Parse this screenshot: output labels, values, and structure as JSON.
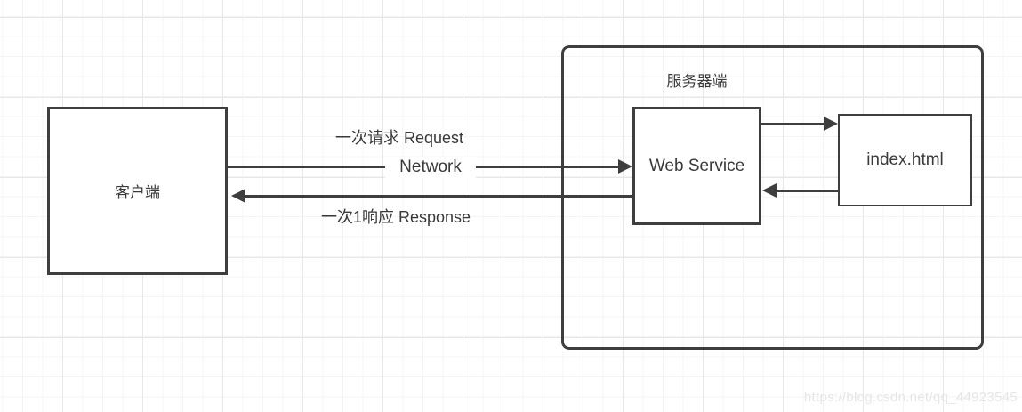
{
  "diagram": {
    "client": {
      "label": "客户端"
    },
    "server": {
      "label": "服务器端"
    },
    "web_service": {
      "label": "Web Service"
    },
    "index_html": {
      "label": "index.html"
    },
    "flows": {
      "request_label": "一次请求 Request",
      "network_label": "Network",
      "response_label": "一次1响应 Response"
    }
  },
  "watermark": "https://blog.csdn.net/qq_44923545",
  "colors": {
    "stroke": "#3e3e3e",
    "text": "#3a3a3a",
    "grid_minor": "#f4f4f4",
    "grid_major": "#e8e8e8",
    "watermark": "#e6e6e6",
    "background": "#ffffff"
  }
}
